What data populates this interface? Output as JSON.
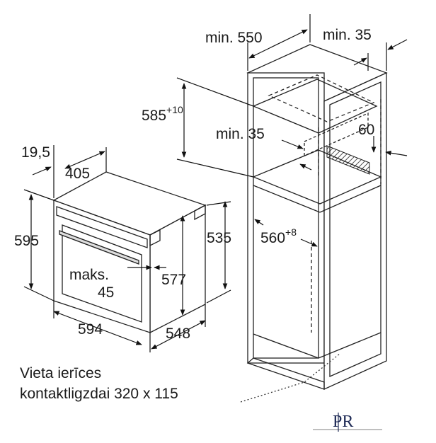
{
  "oven": {
    "depth_label": "19,5",
    "depth2_label": "405",
    "height_label": "595",
    "front_height_label": "535",
    "inner_height_label": "577",
    "width_label": "594",
    "body_depth_label": "548",
    "gap_label_line1": "maks.",
    "gap_label_line2": "45"
  },
  "cabinet": {
    "min_depth_label": "min. 550",
    "min_rear_label": "min. 35",
    "shelf_height_label": "585",
    "shelf_height_tol": "+10",
    "vent_label": "min. 35",
    "vent_gap_label": "60",
    "niche_width_label": "560",
    "niche_width_tol": "+8"
  },
  "note": {
    "line1": "Vieta ierīces",
    "line2": "kontaktligzdai 320 x 115"
  },
  "brand": {
    "logo_text": "PR"
  }
}
